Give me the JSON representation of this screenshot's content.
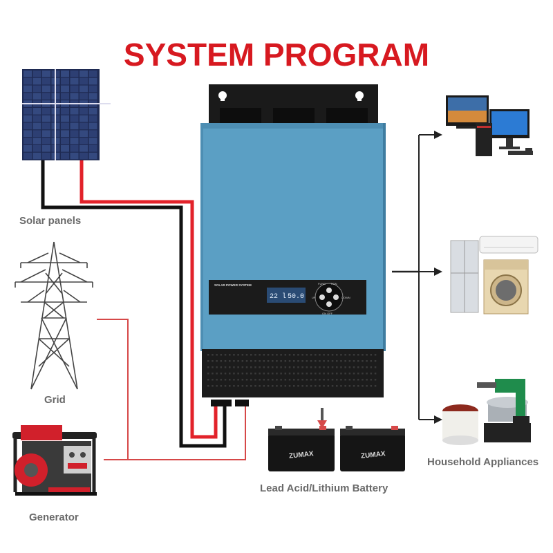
{
  "title": "SYSTEM PROGRAM",
  "labels": {
    "solar": "Solar panels",
    "grid": "Grid",
    "generator": "Generator",
    "battery": "Lead Acid/Lithium Battery",
    "appliances": "Household Appliances"
  },
  "inverter": {
    "panel_title": "SOLAR POWER SYSTEM",
    "display_left": "22 l",
    "display_right": "50.0",
    "btn_top": "FUNC",
    "btn_right": "DOWN",
    "btn_bottom": "ON OFF",
    "btn_left": "UP",
    "btn_top2": "TION"
  },
  "battery_brand": "ZUMAX",
  "colors": {
    "title": "#d71920",
    "wire_red": "#e2222a",
    "wire_black": "#111111",
    "inverter_blue": "#5b9fc4",
    "inverter_dark": "#1c1c1c"
  }
}
